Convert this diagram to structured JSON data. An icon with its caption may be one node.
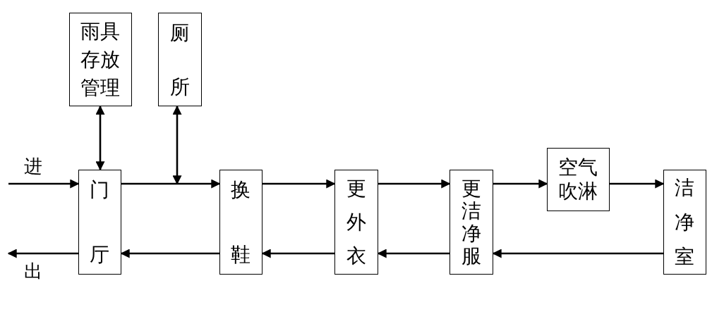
{
  "diagram": {
    "nodes": [
      {
        "text": [
          "雨具存放管理"
        ]
      },
      {
        "text": [
          "厕所"
        ]
      },
      {
        "text": [
          "门厅"
        ]
      },
      {
        "text": [
          "换鞋"
        ]
      },
      {
        "text": [
          "更外衣"
        ]
      },
      {
        "text": [
          "更洁净服"
        ]
      },
      {
        "text": [
          "空气吹淋"
        ]
      },
      {
        "text": [
          "洁净室"
        ]
      }
    ],
    "edges": [
      {
        "from": null,
        "to": 2,
        "arrow": "to",
        "label": "进"
      },
      {
        "from": 2,
        "to": null,
        "arrow": "to",
        "label": "出"
      },
      {
        "from": 0,
        "to": 2,
        "arrow": "both"
      },
      {
        "from": 1,
        "to": null,
        "arrow": "both"
      },
      {
        "from": 2,
        "to": 3,
        "arrow": "to"
      },
      {
        "from": 3,
        "to": 4,
        "arrow": "to"
      },
      {
        "from": 4,
        "to": 5,
        "arrow": "to"
      },
      {
        "from": 5,
        "to": 6,
        "arrow": "to"
      },
      {
        "from": 6,
        "to": 7,
        "arrow": "to"
      },
      {
        "from": 7,
        "to": 5,
        "arrow": "to"
      },
      {
        "from": 5,
        "to": 4,
        "arrow": "to"
      },
      {
        "from": 4,
        "to": 3,
        "arrow": "to"
      },
      {
        "from": 3,
        "to": 2,
        "arrow": "to"
      }
    ]
  }
}
